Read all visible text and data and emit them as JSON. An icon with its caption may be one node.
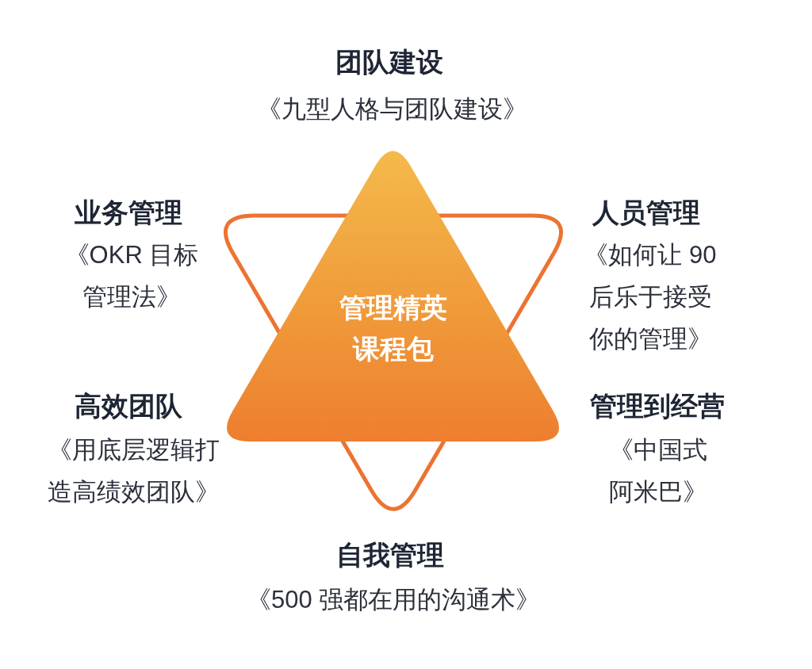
{
  "diagram": {
    "nodes": [
      {
        "text": [
          "管理精英课程包"
        ]
      }
    ],
    "labels": [
      "团队建设",
      "《九型人格与团队建设》",
      "业务管理",
      "《OKR 目标管理法》",
      "人员管理",
      "《如何让 90 后乐于接受你的管理》",
      "高效团队",
      "《用底层逻辑打造高绩效团队》",
      "管理到经营",
      "《中国式阿米巴》",
      "自我管理",
      "《500 强都在用的沟通术》"
    ]
  }
}
